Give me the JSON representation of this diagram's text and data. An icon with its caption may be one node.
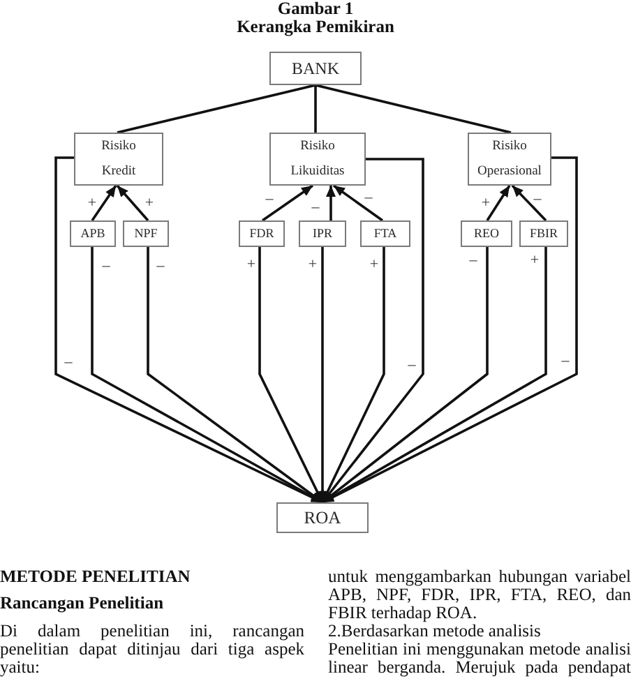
{
  "diagram": {
    "title": "Kerangka Pemikiran",
    "nodes": [
      {
        "text": [
          "BANK"
        ]
      },
      {
        "text": [
          "Risiko Kredit"
        ]
      },
      {
        "text": [
          "Risiko Likuiditas"
        ]
      },
      {
        "text": [
          "Risiko Operasional"
        ]
      },
      {
        "text": [
          "APB"
        ]
      },
      {
        "text": [
          "NPF"
        ]
      },
      {
        "text": [
          "FDR"
        ]
      },
      {
        "text": [
          "IPR"
        ]
      },
      {
        "text": [
          "FTA"
        ]
      },
      {
        "text": [
          "REO"
        ]
      },
      {
        "text": [
          "FBIR"
        ]
      },
      {
        "text": [
          "ROA"
        ]
      }
    ],
    "edges": [
      {
        "from": 0,
        "to": 1,
        "arrow": "none"
      },
      {
        "from": 0,
        "to": 2,
        "arrow": "none"
      },
      {
        "from": 0,
        "to": 3,
        "arrow": "none"
      },
      {
        "from": 4,
        "to": 1,
        "arrow": "to",
        "label": "+"
      },
      {
        "from": 5,
        "to": 1,
        "arrow": "to",
        "label": "+"
      },
      {
        "from": 6,
        "to": 2,
        "arrow": "to",
        "label": "–"
      },
      {
        "from": 7,
        "to": 2,
        "arrow": "to",
        "label": "–"
      },
      {
        "from": 8,
        "to": 2,
        "arrow": "to",
        "label": "–"
      },
      {
        "from": 9,
        "to": 3,
        "arrow": "to",
        "label": "+"
      },
      {
        "from": 10,
        "to": 3,
        "arrow": "to",
        "label": "–"
      },
      {
        "from": 1,
        "to": 11,
        "arrow": "to",
        "label": "–"
      },
      {
        "from": 4,
        "to": 11,
        "arrow": "to",
        "label": "–"
      },
      {
        "from": 5,
        "to": 11,
        "arrow": "to",
        "label": "–"
      },
      {
        "from": 6,
        "to": 11,
        "arrow": "to",
        "label": "+"
      },
      {
        "from": 7,
        "to": 11,
        "arrow": "to",
        "label": "+"
      },
      {
        "from": 8,
        "to": 11,
        "arrow": "to",
        "label": "+"
      },
      {
        "from": 2,
        "to": 11,
        "arrow": "to",
        "label": "–"
      },
      {
        "from": 9,
        "to": 11,
        "arrow": "to",
        "label": "–"
      },
      {
        "from": 10,
        "to": 11,
        "arrow": "to",
        "label": "+"
      },
      {
        "from": 3,
        "to": 11,
        "arrow": "to",
        "label": "–"
      }
    ],
    "labels": [
      "Gambar 1",
      "METODE PENELITIAN",
      "Rancangan Penelitian",
      "Di dalam penelitian ini, rancangan penelitian dapat ditinjau dari tiga aspek yaitu:",
      "untuk menggambarkan hubungan variabel APB, NPF, FDR, IPR, FTA, REO, dan FBIR terhadap ROA.",
      "2.Berdasarkan metode analisis",
      "Penelitian ini menggunakan metode analisi linear berganda. Merujuk pada pendapat"
    ]
  }
}
